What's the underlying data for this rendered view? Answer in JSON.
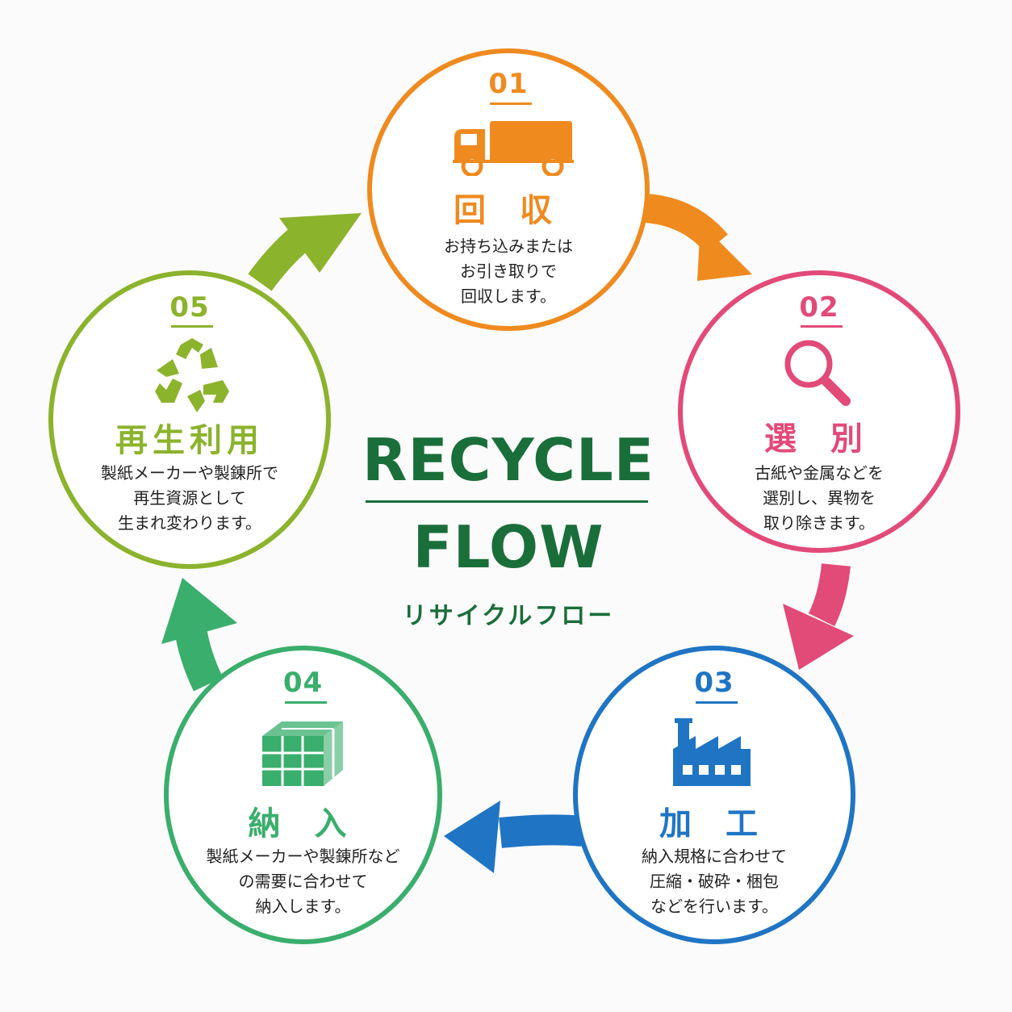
{
  "center": {
    "title_line1": "RECYCLE",
    "title_line2": "FLOW",
    "subtitle": "リサイクルフロー",
    "color": "#1a6e3a"
  },
  "steps": [
    {
      "number": "01",
      "title": "回 収",
      "desc": [
        "お持ち込みまたは",
        "お引き取りで",
        "回収します。"
      ],
      "icon": "truck-icon",
      "color": "#ef8a1f"
    },
    {
      "number": "02",
      "title": "選 別",
      "desc": [
        "古紙や金属などを",
        "選別し、異物を",
        "取り除きます。"
      ],
      "icon": "magnifier-icon",
      "color": "#e24a78"
    },
    {
      "number": "03",
      "title": "加 工",
      "desc": [
        "納入規格に合わせて",
        "圧縮・破砕・梱包",
        "などを行います。"
      ],
      "icon": "factory-icon",
      "color": "#1f75c4"
    },
    {
      "number": "04",
      "title": "納 入",
      "desc": [
        "製紙メーカーや製錬所など",
        "の需要に合わせて",
        "納入します。"
      ],
      "icon": "boxes-icon",
      "color": "#3aae6c"
    },
    {
      "number": "05",
      "title": "再生利用",
      "desc": [
        "製紙メーカーや製錬所で",
        "再生資源として",
        "生まれ変わります。"
      ],
      "icon": "recycle-icon",
      "color": "#8bb32c"
    }
  ],
  "arrows": [
    {
      "name": "arrow-01-to-02",
      "color": "#ef8a1f"
    },
    {
      "name": "arrow-02-to-03",
      "color": "#e24a78"
    },
    {
      "name": "arrow-03-to-04",
      "color": "#1f75c4"
    },
    {
      "name": "arrow-04-to-05",
      "color": "#3aae6c"
    },
    {
      "name": "arrow-05-to-01",
      "color": "#8bb32c"
    }
  ]
}
